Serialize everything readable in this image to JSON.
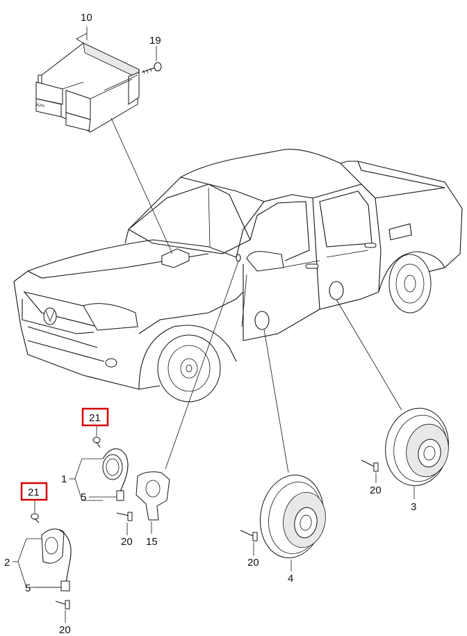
{
  "diagram": {
    "callouts": {
      "c10": "10",
      "c19": "19",
      "c21a": "21",
      "c21b": "21",
      "c1": "1",
      "c2": "2",
      "c5a": "5",
      "c5b": "5",
      "c15": "15",
      "c20a": "20",
      "c20b": "20",
      "c20c": "20",
      "c20d": "20",
      "c4": "4",
      "c3": "3"
    },
    "control_unit_code": "5Q01",
    "highlight_color": "#d40000"
  }
}
